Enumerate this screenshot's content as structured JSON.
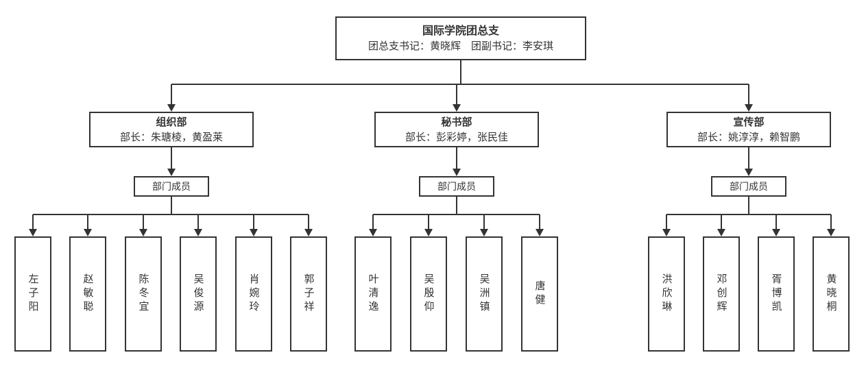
{
  "org": {
    "root": {
      "title": "国际学院团总支",
      "subtitle": "团总支书记：黄晓辉　团副书记：李安琪"
    },
    "members_label": "部门成员",
    "departments": [
      {
        "name": "组织部",
        "leaders": "部长：朱瑭棱，黄盈莱",
        "members": [
          "左子阳",
          "赵敏聪",
          "陈冬宜",
          "吴俊源",
          "肖婉玲",
          "郭子祥"
        ]
      },
      {
        "name": "秘书部",
        "leaders": "部长：彭彩婷，张民佳",
        "members": [
          "叶清逸",
          "吴殷仰",
          "吴洲镇",
          "唐健"
        ]
      },
      {
        "name": "宣传部",
        "leaders": "部长：姚淳淳，赖智鹏",
        "members": [
          "洪欣琳",
          "邓创辉",
          "胥博凯",
          "黄晓桐"
        ]
      }
    ],
    "colors": {
      "line": "#333333",
      "border": "#333333",
      "text": "#333333",
      "background": "#ffffff"
    }
  }
}
